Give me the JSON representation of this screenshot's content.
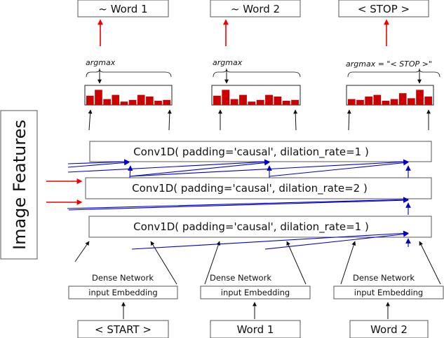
{
  "outputs": [
    {
      "label": "~ Word 1",
      "argmax": "argmax",
      "bars": [
        0.55,
        0.9,
        0.35,
        0.6,
        0.2,
        0.3,
        0.6,
        0.5,
        0.25,
        0.3
      ]
    },
    {
      "label": "~ Word 2",
      "argmax": "argmax",
      "bars": [
        0.55,
        0.9,
        0.35,
        0.6,
        0.2,
        0.3,
        0.6,
        0.5,
        0.25,
        0.3
      ]
    },
    {
      "label": "< STOP >",
      "argmax": "argmax = \"< STOP >\"",
      "bars": [
        0.35,
        0.3,
        0.5,
        0.6,
        0.25,
        0.35,
        0.7,
        0.4,
        0.9,
        0.5
      ]
    }
  ],
  "layers": [
    "Conv1D( padding='causal', dilation_rate=1 )",
    "Conv1D( padding='causal', dilation_rate=2 )",
    "Conv1D( padding='causal', dilation_rate=1 )"
  ],
  "side_label": "Image Features",
  "inputs": [
    {
      "dense": "Dense Network",
      "embedding": "input Embedding",
      "token": "< START >"
    },
    {
      "dense": "Dense Network",
      "embedding": "input Embedding",
      "token": "Word 1"
    },
    {
      "dense": "Dense Network",
      "embedding": "input Embedding",
      "token": "Word 2"
    }
  ],
  "colors": {
    "bars": "#cc0000",
    "signal_arrows": "#0000cc",
    "image_feature_arrows": "#ee0000",
    "output_arrows": "#ee0000"
  }
}
